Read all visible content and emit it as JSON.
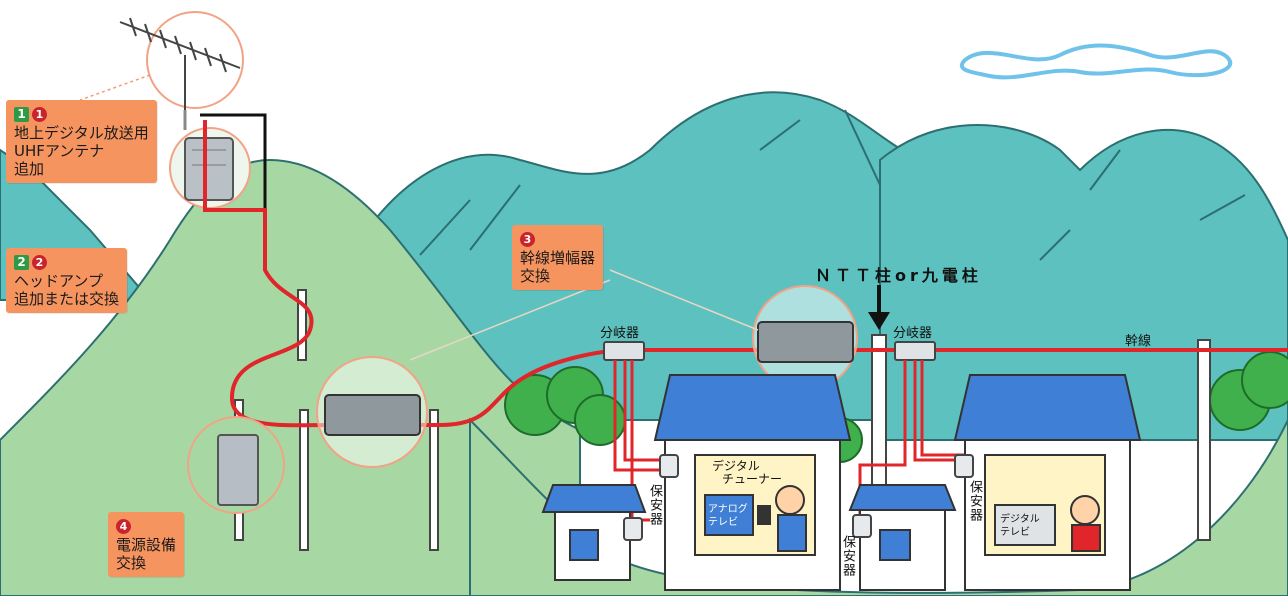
{
  "callouts": {
    "antenna": {
      "badge_sq": "1",
      "badge_cir": "1",
      "line1": "地上デジタル放送用",
      "line2": "UHFアンテナ",
      "line3": "追加"
    },
    "headamp": {
      "badge_sq": "2",
      "badge_cir": "2",
      "line1": "ヘッドアンプ",
      "line2": "追加または交換"
    },
    "trunk_amp": {
      "badge_cir": "3",
      "line1": "幹線増幅器",
      "line2": "交換"
    },
    "power": {
      "badge_cir": "4",
      "line1": "電源設備",
      "line2": "交換"
    }
  },
  "labels": {
    "ntt_pole": "ＮＴＴ柱or九電柱",
    "splitter_left": "分岐器",
    "splitter_right": "分岐器",
    "trunk_line": "幹線",
    "protector_a": "保安器",
    "protector_b": "保安器",
    "protector_c": "保安器",
    "tuner_line1": "デジタル",
    "tuner_line2": "チューナー",
    "analog_tv_line1": "アナログ",
    "analog_tv_line2": "テレビ",
    "digital_tv_line1": "デジタル",
    "digital_tv_line2": "テレビ"
  },
  "colors": {
    "callout_bg": "#f6945f",
    "cable": "#e0262a",
    "mountain_back": "#5cc1bf",
    "mountain_front": "#a7d8a4",
    "roof": "#3f7fd6",
    "cloud": "#6fc3ea"
  }
}
